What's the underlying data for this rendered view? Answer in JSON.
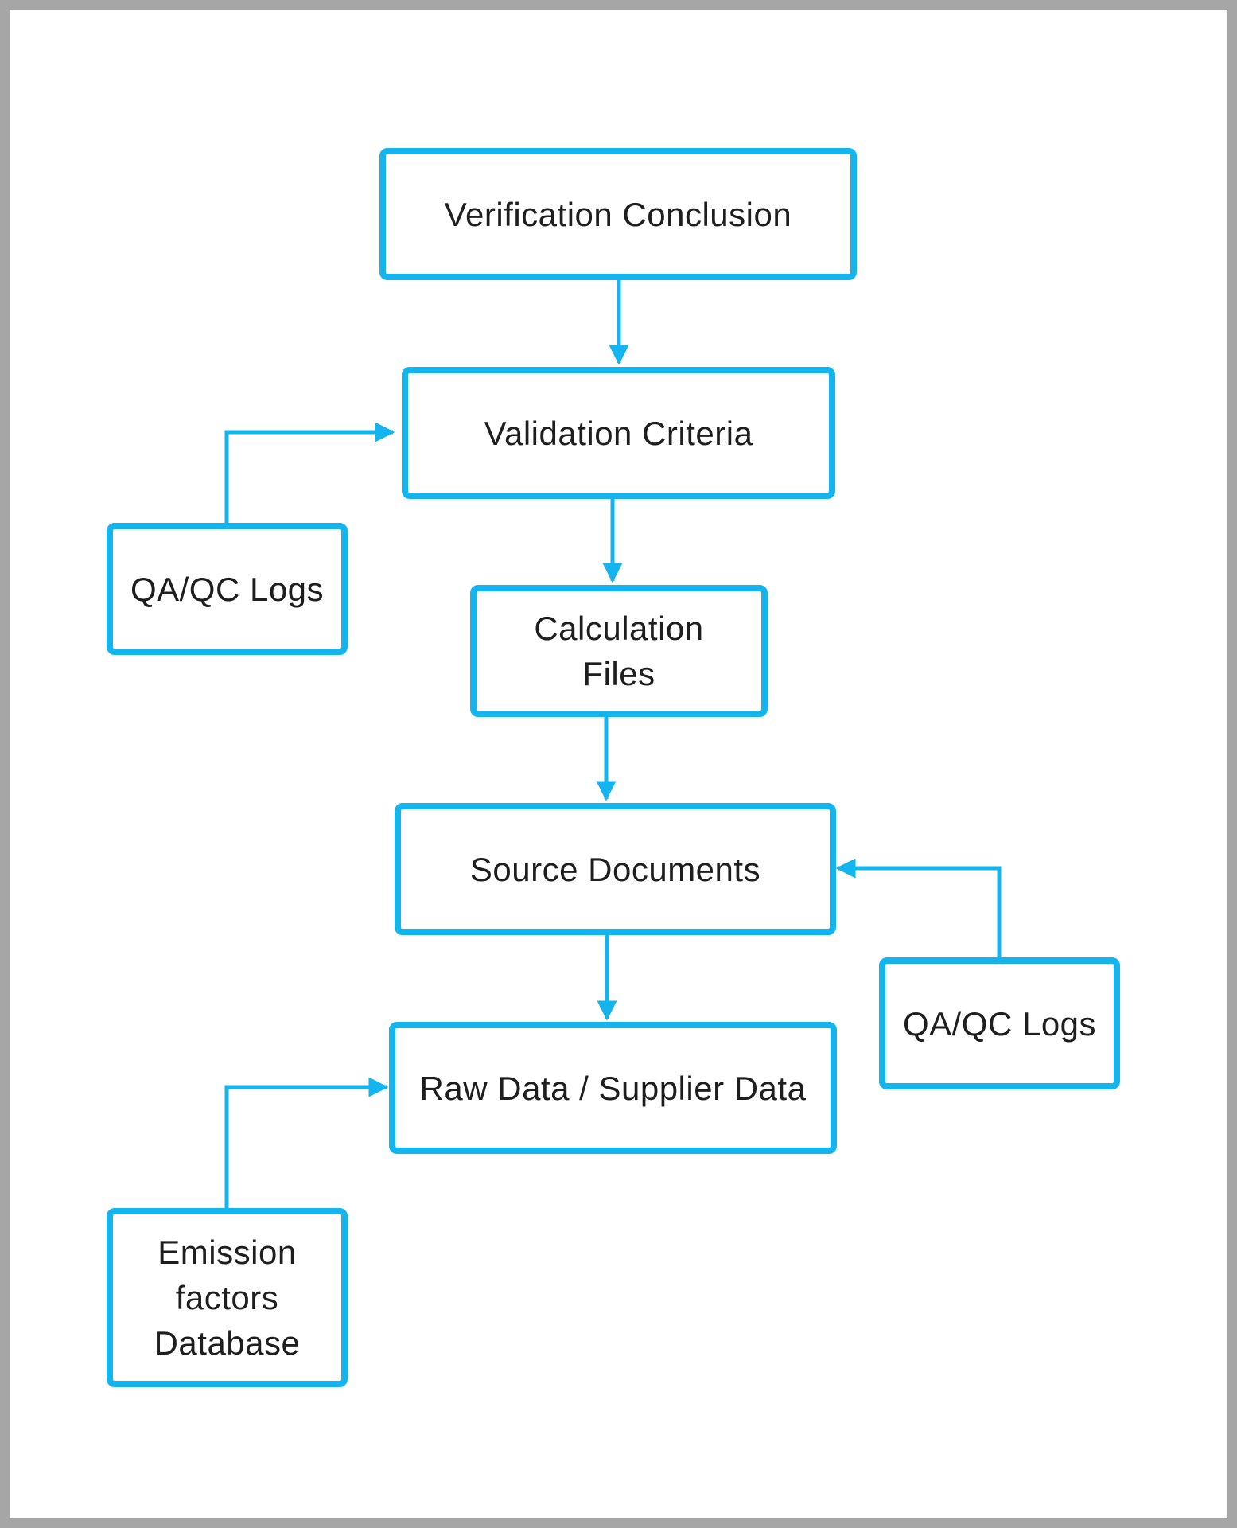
{
  "colors": {
    "frame": "#a6a6a6",
    "box_border": "#14b4ee",
    "text": "#1e1e1e",
    "connector": "#14b4ee"
  },
  "nodes": {
    "verification_conclusion": "Verification Conclusion",
    "validation_criteria": "Validation Criteria",
    "qaqc_logs_left": "QA/QC Logs",
    "calculation_files": "Calculation\nFiles",
    "source_documents": "Source Documents",
    "qaqc_logs_right": "QA/QC Logs",
    "raw_supplier_data": "Raw Data / Supplier Data",
    "emission_factors_database": "Emission\nfactors\nDatabase"
  },
  "edges": [
    {
      "from": "verification_conclusion",
      "to": "validation_criteria"
    },
    {
      "from": "qaqc_logs_left",
      "to": "validation_criteria"
    },
    {
      "from": "validation_criteria",
      "to": "calculation_files"
    },
    {
      "from": "calculation_files",
      "to": "source_documents"
    },
    {
      "from": "qaqc_logs_right",
      "to": "source_documents"
    },
    {
      "from": "source_documents",
      "to": "raw_supplier_data"
    },
    {
      "from": "emission_factors_database",
      "to": "raw_supplier_data"
    }
  ]
}
